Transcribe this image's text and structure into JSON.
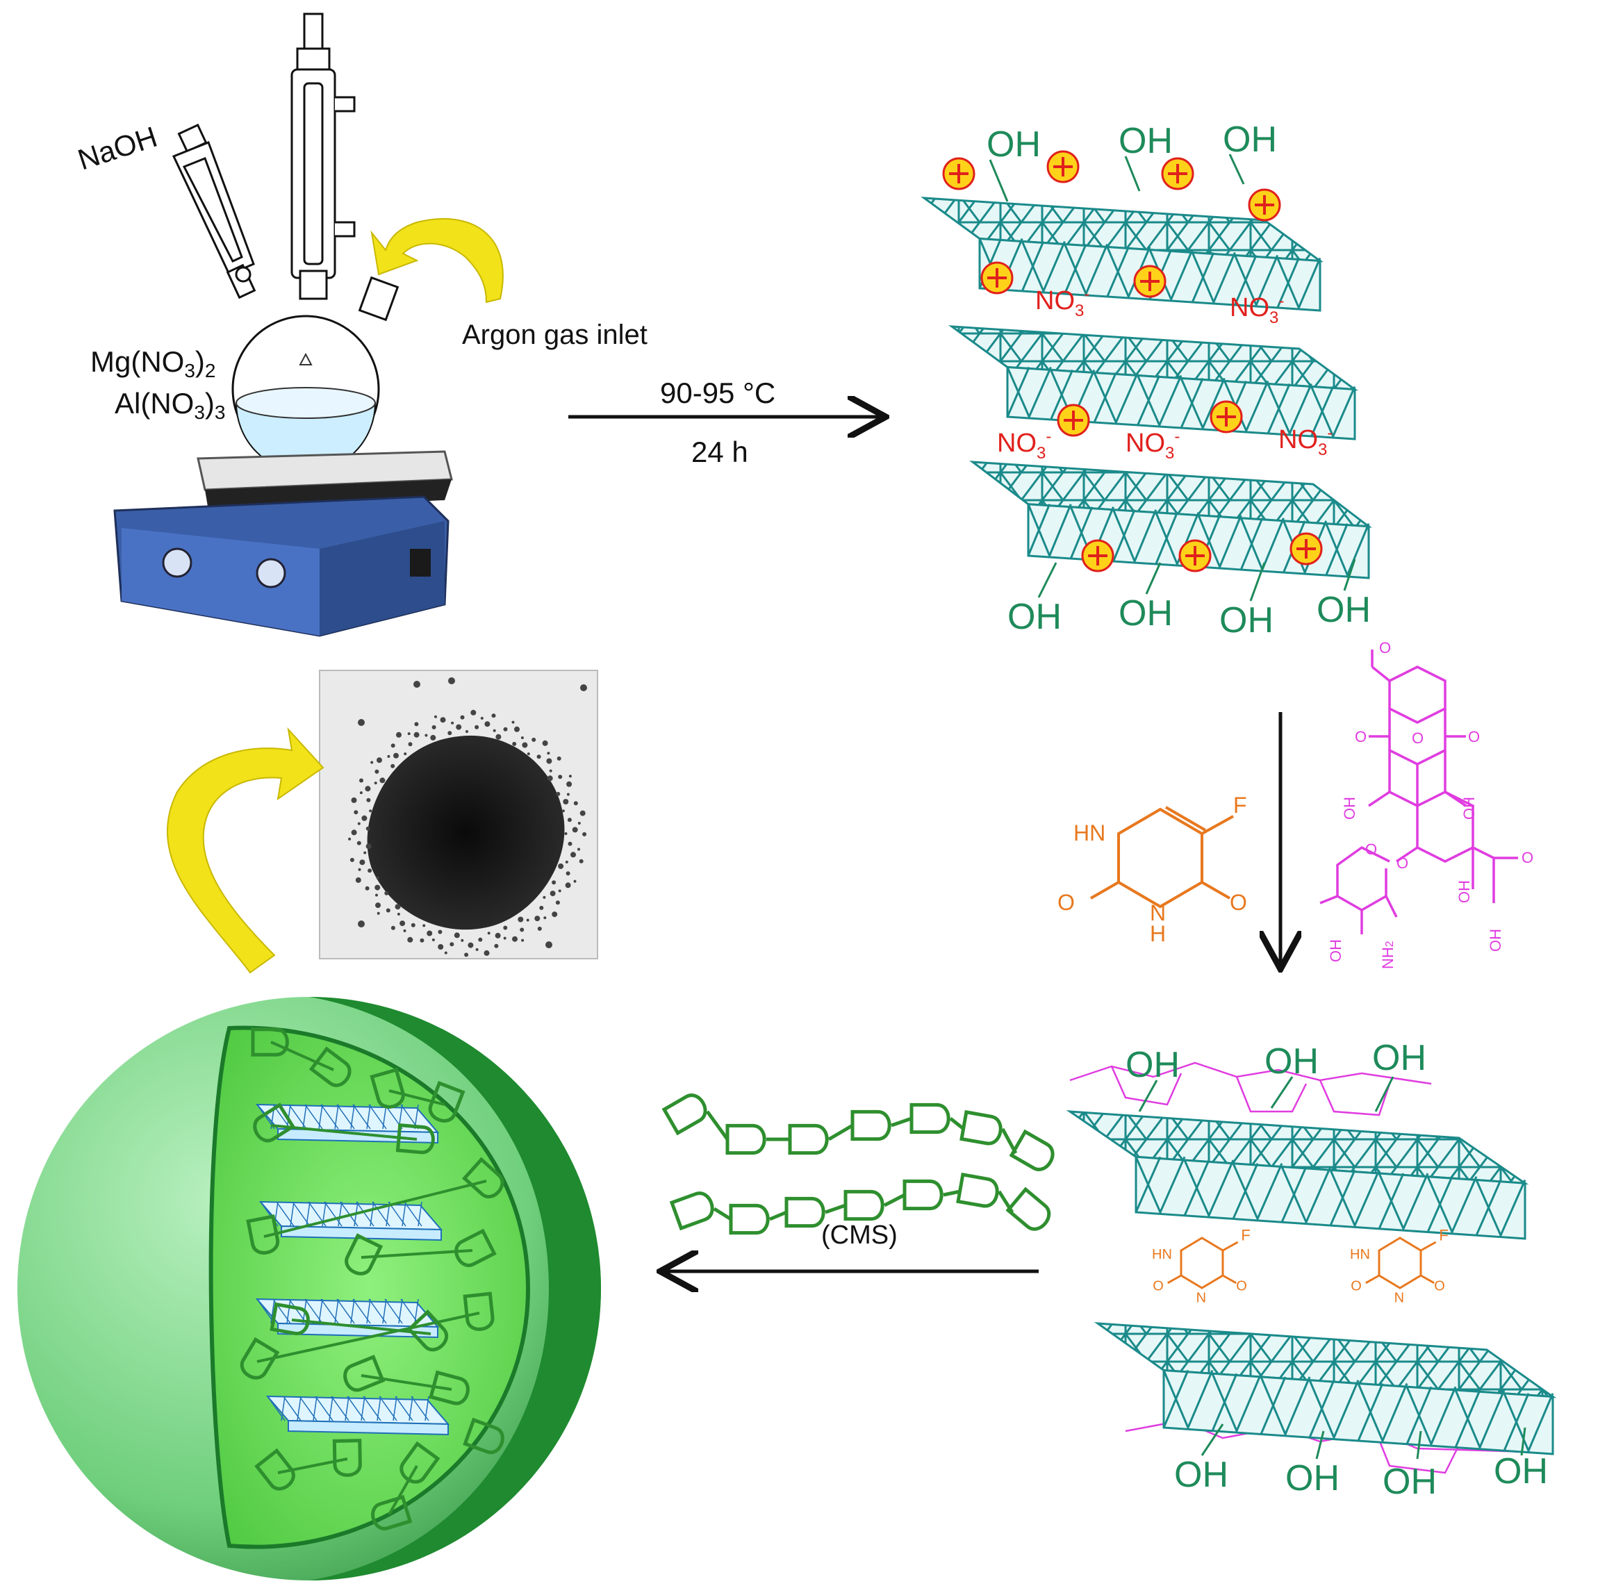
{
  "colors": {
    "ldh_stroke": "#1b8a8a",
    "ldh_fill": "#3fb6b8",
    "oh_text": "#1e8a5a",
    "nitrate_text": "#e0201c",
    "charge_fill": "#ffd21a",
    "charge_stroke": "#e0201c",
    "fluorouracil": "#e8781e",
    "doxorubicin": "#e03ce0",
    "polymer": "#2e8f2e",
    "arrow_yellow": "#f1e21a",
    "sphere_outer": "#7fd98a",
    "sphere_inner": "#3fc93a",
    "sphere_rim": "#1b8a2a"
  },
  "labels": {
    "naoh": "NaOH",
    "argon": "Argon gas inlet",
    "mg_nitrate_base": "Mg(NO",
    "mg_nitrate_sub": "3",
    "mg_nitrate_close": ")",
    "mg_nitrate_sub2": "2",
    "al_nitrate_base": "Al(NO",
    "al_nitrate_sub": "3",
    "al_nitrate_close": ")",
    "al_nitrate_sub2": "3",
    "condition_temp": "90-95 °C",
    "condition_time": "24 h",
    "cms": "(CMS)",
    "oh": "OH",
    "nitrate_base": "NO",
    "nitrate_sub": "3",
    "nitrate_sup": "-",
    "hn": "HN",
    "n_h": "N",
    "h": "H",
    "f": "F",
    "o": "O",
    "nh2": "NH",
    "nh2_sub": "2"
  }
}
